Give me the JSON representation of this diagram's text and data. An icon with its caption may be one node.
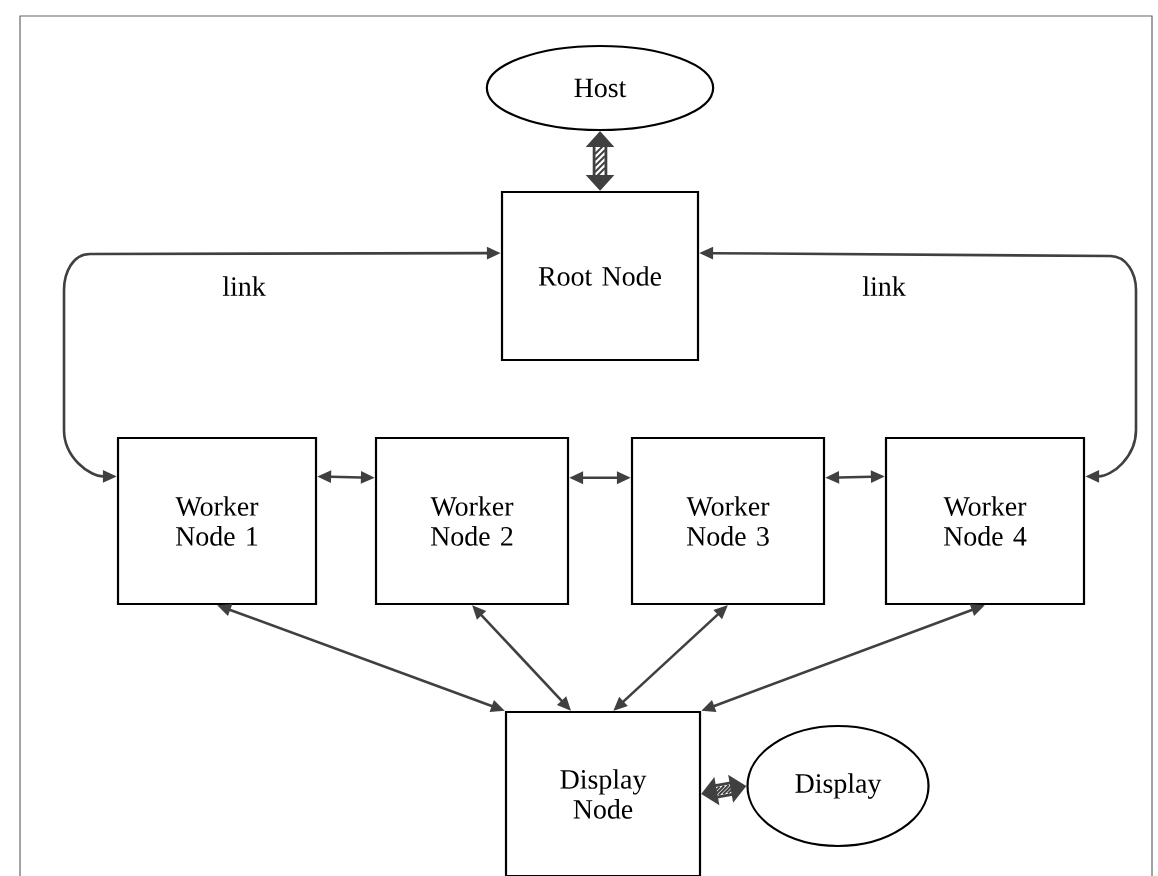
{
  "diagram": {
    "nodes": [
      {
        "text": [
          "Host"
        ]
      },
      {
        "text": [
          "Root Node"
        ]
      },
      {
        "text": [
          "Worker Node 1"
        ]
      },
      {
        "text": [
          "Worker Node 2"
        ]
      },
      {
        "text": [
          "Worker Node 3"
        ]
      },
      {
        "text": [
          "Worker Node 4"
        ]
      },
      {
        "text": [
          "Display Node"
        ]
      },
      {
        "text": [
          "Display"
        ]
      }
    ],
    "edges": [
      {
        "from": 0,
        "to": 1,
        "arrow": "both",
        "style": "thick"
      },
      {
        "from": 1,
        "to": 2,
        "arrow": "both",
        "label": "link"
      },
      {
        "from": 1,
        "to": 5,
        "arrow": "both",
        "label": "link"
      },
      {
        "from": 2,
        "to": 3,
        "arrow": "both"
      },
      {
        "from": 3,
        "to": 4,
        "arrow": "both"
      },
      {
        "from": 4,
        "to": 5,
        "arrow": "both"
      },
      {
        "from": 2,
        "to": 6,
        "arrow": "both"
      },
      {
        "from": 3,
        "to": 6,
        "arrow": "both"
      },
      {
        "from": 4,
        "to": 6,
        "arrow": "both"
      },
      {
        "from": 5,
        "to": 6,
        "arrow": "both"
      },
      {
        "from": 6,
        "to": 7,
        "arrow": "both",
        "style": "thick"
      }
    ]
  }
}
